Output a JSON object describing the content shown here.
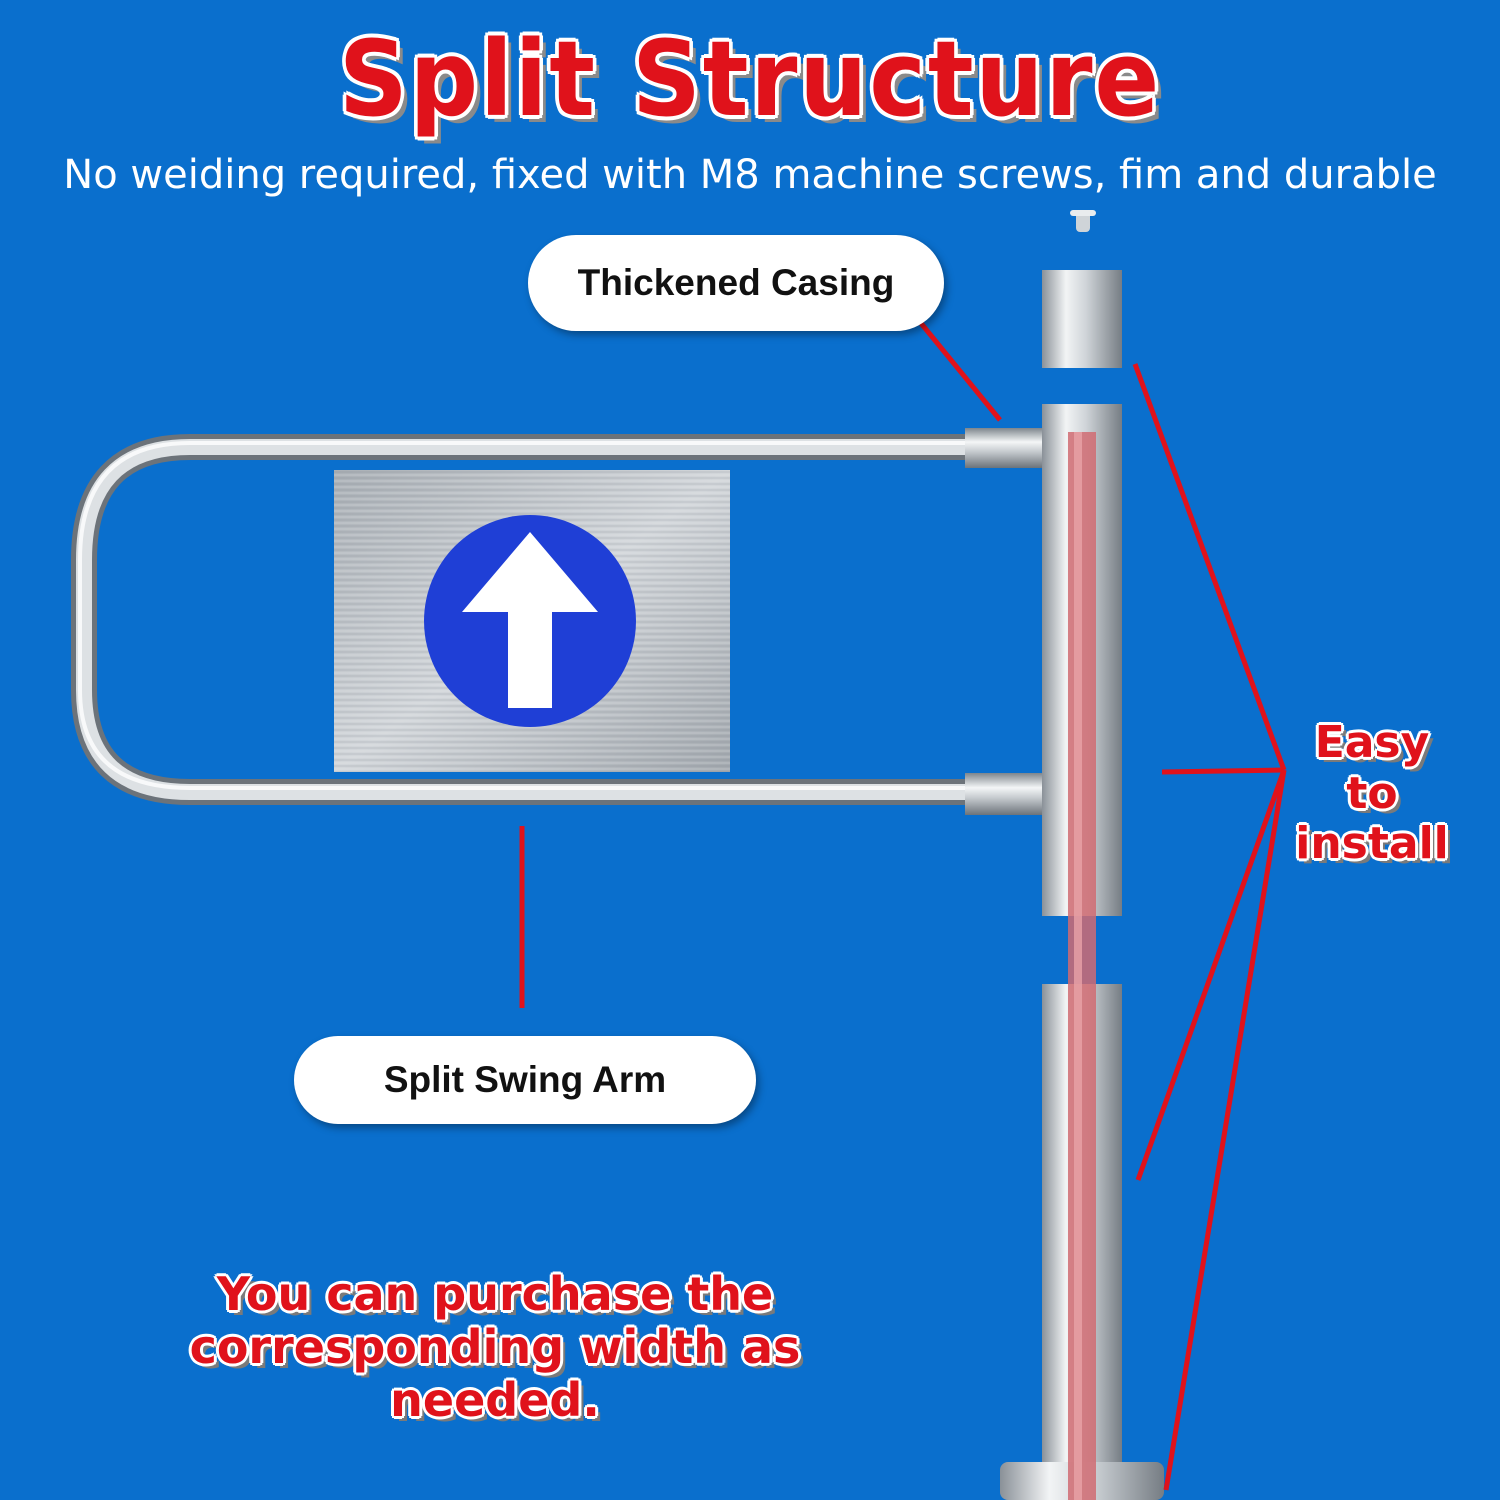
{
  "title": "Split Structure",
  "subtitle": "No weiding required, fixed with M8 machine screws, fim and durable",
  "callouts": {
    "casing": "Thickened Casing",
    "swing_arm": "Split Swing Arm",
    "easy_line1": "Easy to",
    "easy_line2": "install",
    "purchase_line1": "You can purchase the",
    "purchase_line2": "corresponding width as needed."
  },
  "colors": {
    "background": "#0a6fcd",
    "accent_red": "#e0121b",
    "steel": "#c9ced3",
    "sign_blue": "#1f3fd6"
  },
  "icons": [
    "up-arrow-icon"
  ]
}
